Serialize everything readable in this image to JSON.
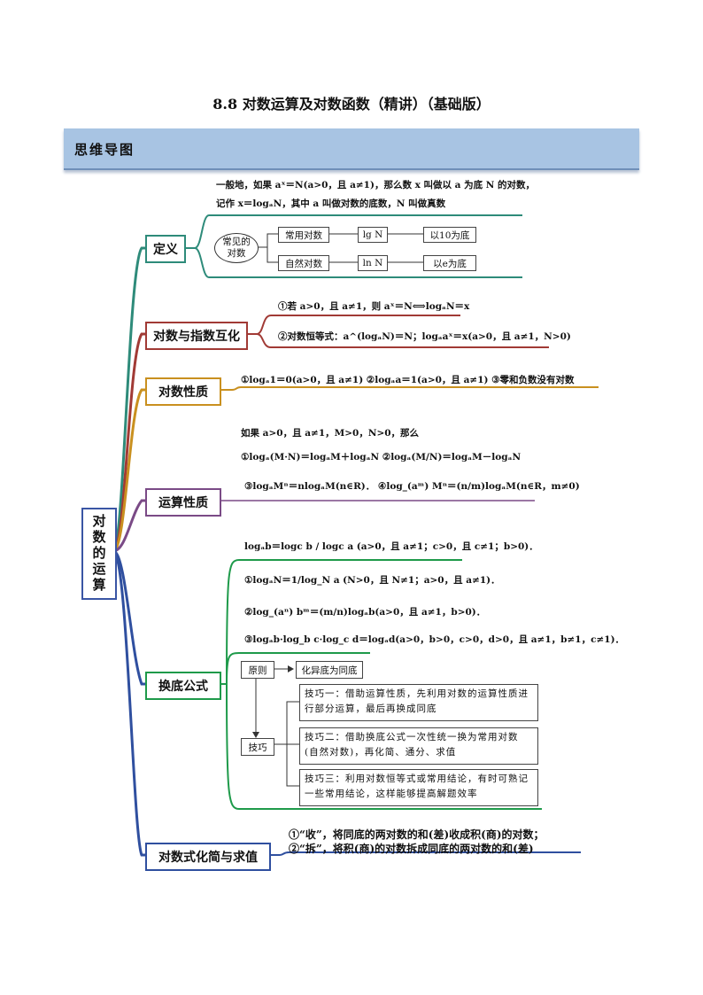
{
  "page": {
    "title": "8.8 对数运算及对数函数（精讲）（基础版）",
    "banner": "思维导图"
  },
  "root": "对数的运算",
  "colors": {
    "teal": "#2e8b7a",
    "darkred": "#a13a35",
    "gold": "#c9901f",
    "purple": "#7a4a86",
    "green": "#1e9a4a",
    "navy": "#2f4f9f"
  },
  "branches": {
    "definition": {
      "label": "定义",
      "line1": "一般地，如果 aˣ＝N(a>0，且 a≠1)，那么数 x 叫做以 a 为底 N 的对数，",
      "line2": "记作 x＝logₐN，其中 a 叫做对数的底数，N 叫做真数",
      "common": "常见的对数",
      "rows": [
        {
          "name": "常用对数",
          "symbol": "lg N",
          "desc": "以10为底"
        },
        {
          "name": "自然对数",
          "symbol": "ln N",
          "desc": "以e为底"
        }
      ]
    },
    "exchange": {
      "label": "对数与指数互化",
      "item1": "①若 a>0，且 a≠1，则 aˣ＝N⟺logₐN＝x",
      "item2": "②对数恒等式：a^(logₐN)＝N；logₐaˣ＝x(a>0，且 a≠1，N>0)"
    },
    "property": {
      "label": "对数性质",
      "text": "①logₐ1＝0(a>0，且 a≠1)    ②logₐa＝1(a>0，且 a≠1)    ③零和负数没有对数"
    },
    "operation": {
      "label": "运算性质",
      "intro": "如果 a>0，且 a≠1，M>0，N>0，那么",
      "row1": "①logₐ(M·N)＝logₐM＋logₐN    ②logₐ(M/N)＝logₐM－logₐN",
      "row2": "③logₐMⁿ＝nlogₐM(n∈R)．    ④log_(aᵐ) Mⁿ＝(n/m)logₐM(n∈R，m≠0)"
    },
    "base_change": {
      "label": "换底公式",
      "formula": "logₐb＝logc b / logc a (a>0，且 a≠1；c>0，且 c≠1；b>0)．",
      "item1": "①logₐN＝1/log_N a (N>0，且 N≠1；a>0，且 a≠1)．",
      "item2": "②log_(aⁿ) bᵐ＝(m/n)logₐb(a>0，且 a≠1，b>0)．",
      "item3": "③logₐb·log_b c·log_c d＝logₐd(a>0，b>0，c>0，d>0，且 a≠1，b≠1，c≠1)．",
      "principle": "原则",
      "principle_text": "化异底为同底",
      "technique": "技巧",
      "tips": [
        "技巧一：借助运算性质，先利用对数的运算性质进行部分运算，最后再换成同底",
        "技巧二：借助换底公式一次性统一换为常用对数(自然对数)，再化简、通分、求值",
        "技巧三：利用对数恒等式或常用结论，有时可熟记一些常用结论，这样能够提高解题效率"
      ]
    },
    "simplify": {
      "label": "对数式化简与求值",
      "item1": "①“收”，将同底的两对数的和(差)收成积(商)的对数；",
      "item2": "②“拆”，将积(商)的对数拆成同底的两对数的和(差)"
    }
  }
}
